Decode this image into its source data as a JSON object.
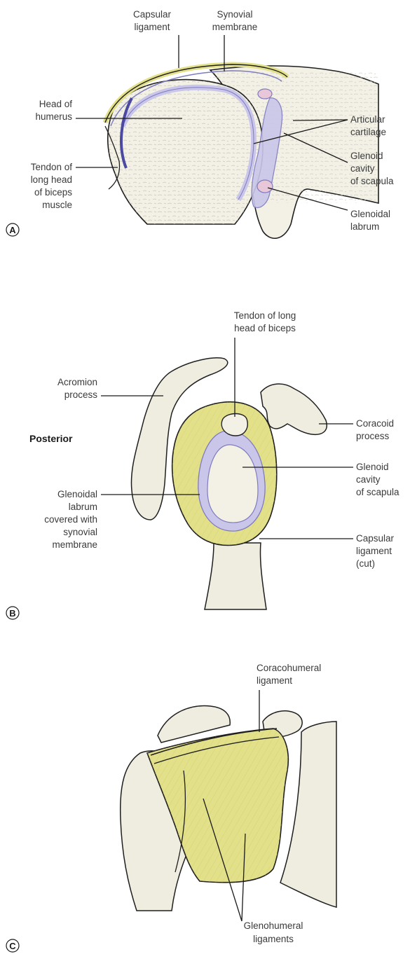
{
  "panels": [
    {
      "letter": "A",
      "labels": {
        "capsular_ligament": [
          "Capsular",
          "ligament"
        ],
        "synovial_membrane": [
          "Synovial",
          "membrane"
        ],
        "head_of_humerus": [
          "Head of",
          "humerus"
        ],
        "articular_cartilage": [
          "Articular",
          "cartilage"
        ],
        "glenoid_cavity": [
          "Glenoid",
          "cavity",
          "of scapula"
        ],
        "tendon_biceps": [
          "Tendon of",
          "long head",
          "of biceps",
          "muscle"
        ],
        "glenoidal_labrum": [
          "Glenoidal",
          "labrum"
        ]
      }
    },
    {
      "letter": "B",
      "labels": {
        "tendon_biceps": [
          "Tendon of long",
          "head of biceps"
        ],
        "acromion": [
          "Acromion",
          "process"
        ],
        "coracoid": [
          "Coracoid",
          "process"
        ],
        "posterior": "Posterior",
        "glenoid_cavity": [
          "Glenoid",
          "cavity",
          "of scapula"
        ],
        "glenoidal_labrum": [
          "Glenoidal",
          "labrum",
          "covered with",
          "synovial",
          "membrane"
        ],
        "capsular_ligament": [
          "Capsular",
          "ligament",
          "(cut)"
        ]
      }
    },
    {
      "letter": "C",
      "labels": {
        "coracohumeral": [
          "Coracohumeral",
          "ligament"
        ],
        "glenohumeral": [
          "Glenohumeral",
          "ligaments"
        ]
      }
    }
  ],
  "colors": {
    "bone": "#f3f1e6",
    "cartilage": "#c9c6ea",
    "ligament": "#e3e08a",
    "outline": "#1f1f1f"
  }
}
